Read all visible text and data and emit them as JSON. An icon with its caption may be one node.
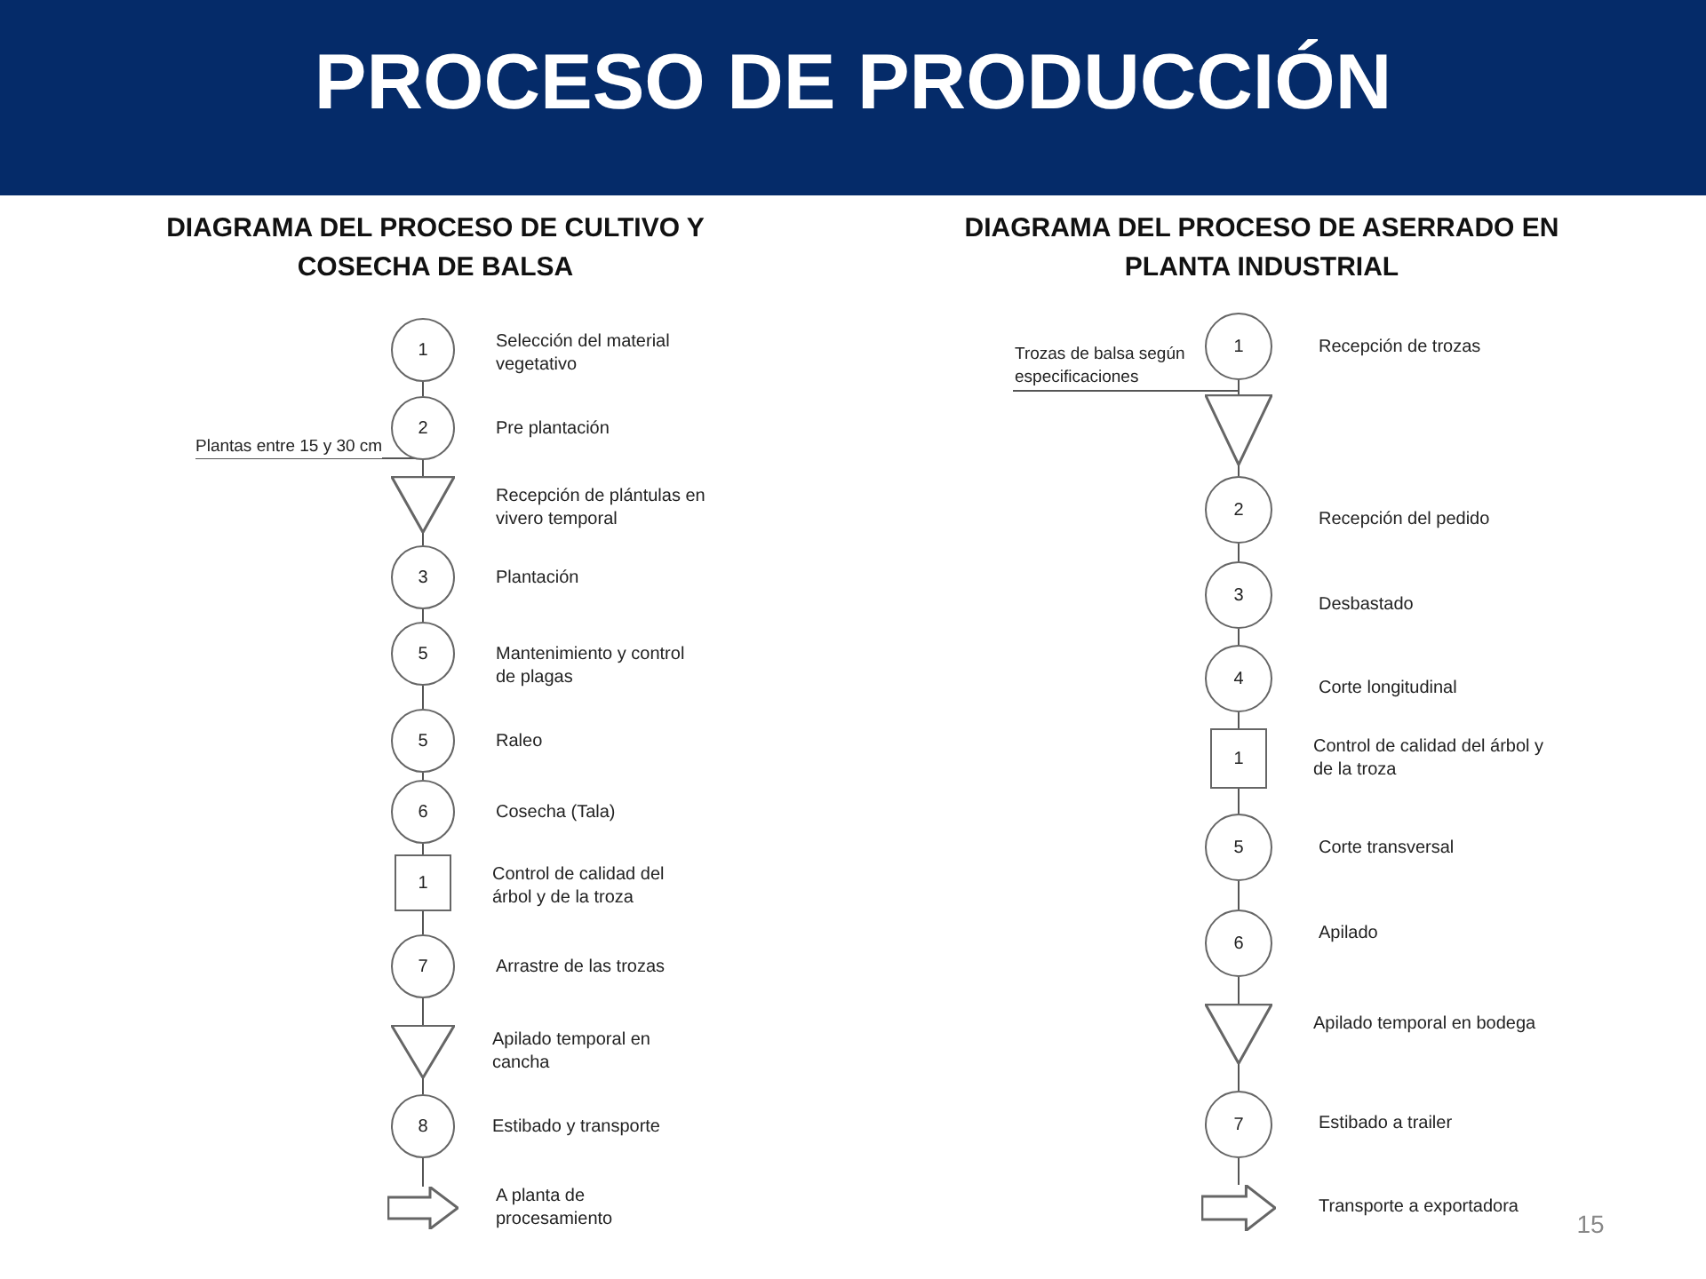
{
  "diagram": {
    "title": "PROCESO DE PRODUCCIÓN",
    "nodes": [
      {
        "text": [
          "1"
        ],
        "beside": [
          "Selección del material vegetativo"
        ]
      },
      {
        "text": [
          "2"
        ],
        "beside": [
          "Pre plantación"
        ]
      },
      {
        "text": [],
        "shape": "triangle",
        "beside": [
          "Recepción de plántulas en vivero temporal"
        ]
      },
      {
        "text": [
          "3"
        ],
        "beside": [
          "Plantación"
        ]
      },
      {
        "text": [
          "5"
        ],
        "beside": [
          "Mantenimiento y control de plagas"
        ]
      },
      {
        "text": [
          "5"
        ],
        "beside": [
          "Raleo"
        ]
      },
      {
        "text": [
          "6"
        ],
        "beside": [
          "Cosecha (Tala)"
        ]
      },
      {
        "text": [
          "1"
        ],
        "beside": [
          "Control de calidad del árbol y de la troza"
        ]
      },
      {
        "text": [
          "7"
        ],
        "beside": [
          "Arrastre de las trozas"
        ]
      },
      {
        "text": [],
        "shape": "triangle",
        "beside": [
          "Apilado temporal en cancha"
        ]
      },
      {
        "text": [
          "8"
        ],
        "beside": [
          "Estibado y transporte"
        ]
      },
      {
        "text": [],
        "shape": "arrow",
        "beside": [
          "A planta de procesamiento"
        ]
      },
      {
        "text": [
          "1"
        ],
        "beside": [
          "Recepción de trozas"
        ]
      },
      {
        "text": [],
        "shape": "triangle"
      },
      {
        "text": [
          "2"
        ],
        "beside": [
          "Recepción del pedido"
        ]
      },
      {
        "text": [
          "3"
        ],
        "beside": [
          "Desbastado"
        ]
      },
      {
        "text": [
          "4"
        ],
        "beside": [
          "Corte longitudinal"
        ]
      },
      {
        "text": [
          "1"
        ],
        "beside": [
          "Control de calidad del árbol y de la troza"
        ]
      },
      {
        "text": [
          "5"
        ],
        "beside": [
          "Corte transversal"
        ]
      },
      {
        "text": [
          "6"
        ],
        "beside": [
          "Apilado"
        ]
      },
      {
        "text": [],
        "shape": "triangle",
        "beside": [
          "Apilado temporal en bodega"
        ]
      },
      {
        "text": [
          "7"
        ],
        "beside": [
          "Estibado a trailer"
        ]
      },
      {
        "text": [],
        "shape": "arrow",
        "beside": [
          "Transporte a exportadora"
        ]
      }
    ],
    "edges": [
      {
        "from": 0,
        "to": 1,
        "arrow": "none"
      },
      {
        "from": 1,
        "to": 2,
        "arrow": "none"
      },
      {
        "from": 2,
        "to": 3,
        "arrow": "none"
      },
      {
        "from": 3,
        "to": 4,
        "arrow": "none"
      },
      {
        "from": 4,
        "to": 5,
        "arrow": "none"
      },
      {
        "from": 5,
        "to": 6,
        "arrow": "none"
      },
      {
        "from": 6,
        "to": 7,
        "arrow": "none"
      },
      {
        "from": 7,
        "to": 8,
        "arrow": "none"
      },
      {
        "from": 8,
        "to": 9,
        "arrow": "none"
      },
      {
        "from": 9,
        "to": 10,
        "arrow": "none"
      },
      {
        "from": 10,
        "to": 11,
        "arrow": "none"
      },
      {
        "from": null,
        "to": 2,
        "arrow": "none",
        "label": "Plantas entre 15 y 30 cm"
      },
      {
        "from": 12,
        "to": 13,
        "arrow": "none"
      },
      {
        "from": 13,
        "to": 14,
        "arrow": "none"
      },
      {
        "from": 14,
        "to": 15,
        "arrow": "none"
      },
      {
        "from": 15,
        "to": 16,
        "arrow": "none"
      },
      {
        "from": 16,
        "to": 17,
        "arrow": "none"
      },
      {
        "from": 17,
        "to": 18,
        "arrow": "none"
      },
      {
        "from": 18,
        "to": 19,
        "arrow": "none"
      },
      {
        "from": 19,
        "to": 20,
        "arrow": "none"
      },
      {
        "from": 20,
        "to": 21,
        "arrow": "none"
      },
      {
        "from": 21,
        "to": 22,
        "arrow": "none"
      },
      {
        "from": null,
        "to": 13,
        "arrow": "none",
        "label": "Trozas de balsa según especificaciones"
      }
    ],
    "labels": [
      "DIAGRAMA DEL PROCESO DE CULTIVO Y COSECHA DE BALSA",
      "DIAGRAMA DEL PROCESO DE ASERRADO EN PLANTA INDUSTRIAL",
      "15"
    ]
  }
}
